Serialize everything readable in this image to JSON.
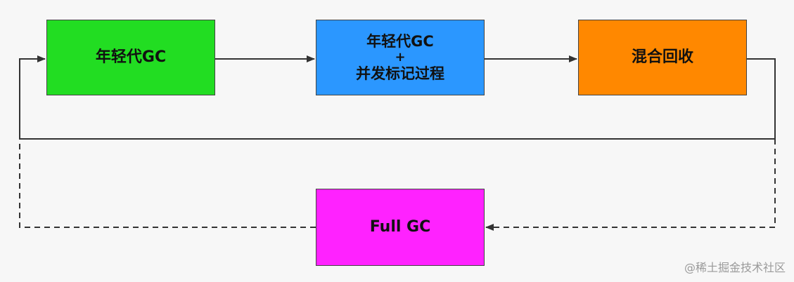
{
  "nodes": {
    "young_gc": {
      "label": "年轻代GC",
      "color": "#22dd22"
    },
    "concurrent_marking": {
      "line1": "年轻代GC",
      "line2": "+",
      "line3": "并发标记过程",
      "color": "#2b97ff"
    },
    "mixed_gc": {
      "label": "混合回收",
      "color": "#ff8800"
    },
    "full_gc": {
      "label": "Full GC",
      "color": "#ff22ff"
    }
  },
  "edges": [
    {
      "from": "young_gc",
      "to": "concurrent_marking",
      "style": "solid"
    },
    {
      "from": "concurrent_marking",
      "to": "mixed_gc",
      "style": "solid"
    },
    {
      "from": "mixed_gc",
      "to": "young_gc",
      "style": "solid"
    },
    {
      "from": "mixed_gc",
      "to": "full_gc",
      "style": "dashed"
    },
    {
      "from": "full_gc",
      "to": "young_gc",
      "style": "dashed"
    }
  ],
  "watermark": "@稀土掘金技术社区"
}
